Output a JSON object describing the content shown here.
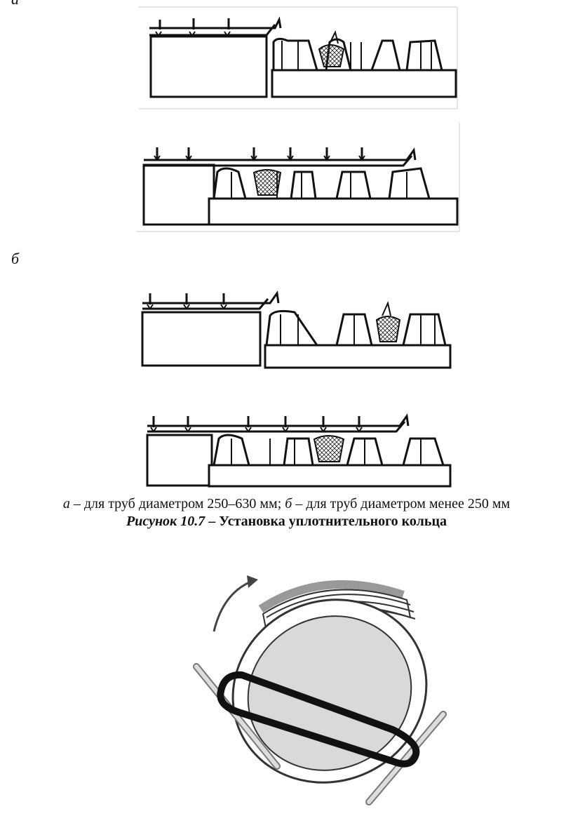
{
  "figure_top": {
    "label_a": "а",
    "label_b": "б"
  },
  "caption": {
    "part_a_letter": "а",
    "part_a_text": " – для труб диаметром 250–630 мм; ",
    "part_b_letter": "б",
    "part_b_text": " – для труб диаметром менее 250 мм",
    "figure_number": "Рисунок 10.7",
    "figure_title": " – Установка уплотнительного кольца"
  }
}
